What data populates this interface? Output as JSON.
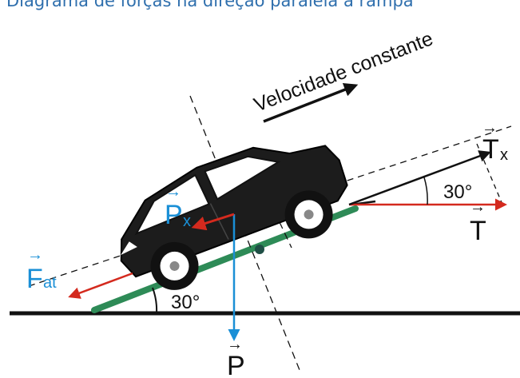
{
  "title": "Diagrama de forças na direção paralela à rampa",
  "motion_label": "Velocidade constante",
  "angle_ramp": "30°",
  "angle_tension": "30°",
  "forces": {
    "tension": {
      "letter": "T",
      "arrow": "→"
    },
    "tension_x": {
      "letter": "T",
      "sub": "x",
      "arrow": "→"
    },
    "weight": {
      "letter": "P",
      "arrow": "→"
    },
    "weight_x": {
      "letter": "P",
      "sub": "x",
      "arrow": "→"
    },
    "friction": {
      "letter": "F",
      "sub": "at",
      "arrow": "→"
    }
  },
  "colors": {
    "ramp": "#2e8b57",
    "red_force": "#d42a1e",
    "blue_force": "#1a8fd6",
    "title": "#2f6fad",
    "car": "#1c1c1c"
  }
}
